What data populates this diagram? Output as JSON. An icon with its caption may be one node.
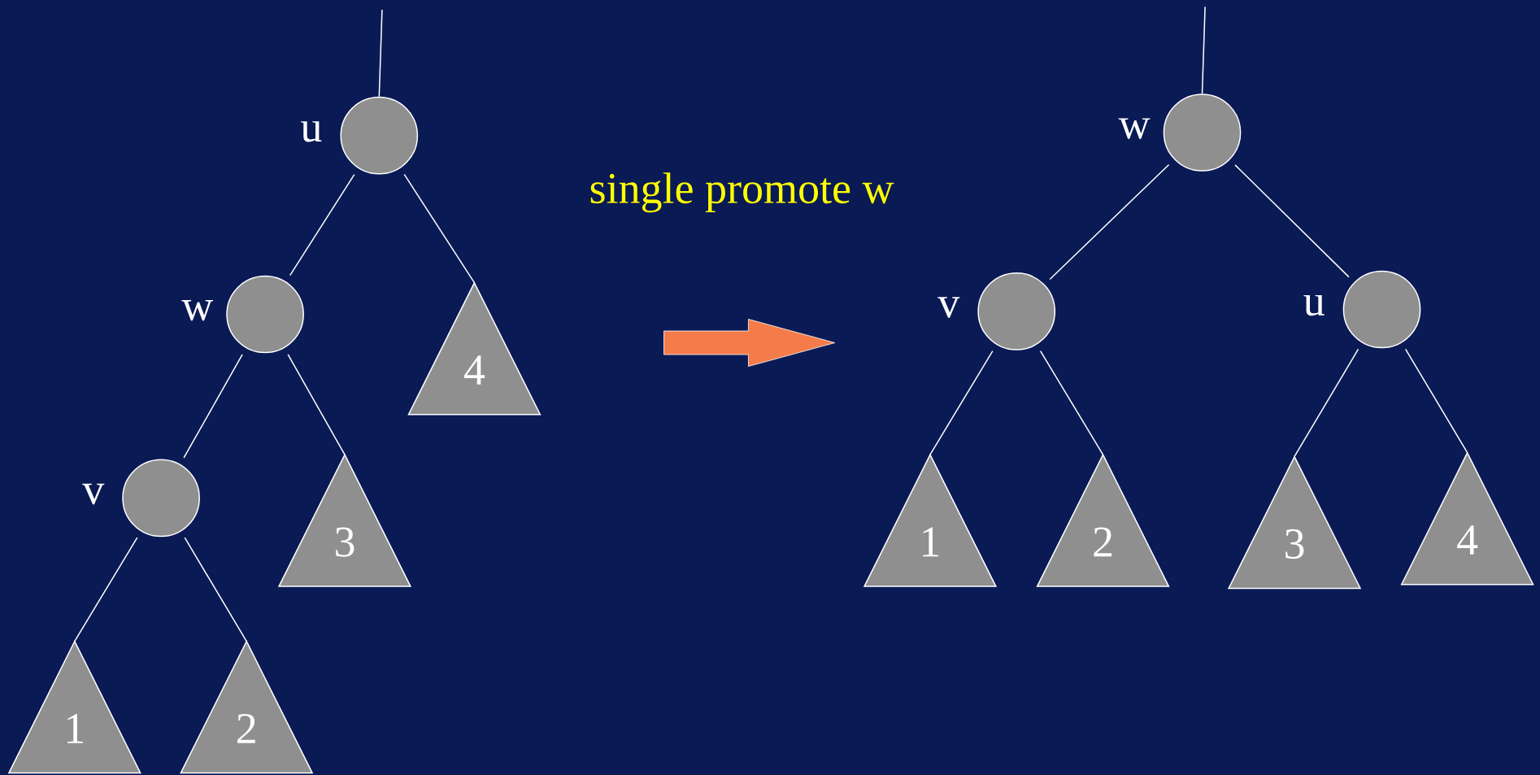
{
  "diagram": {
    "nodes": [
      {
        "text": [],
        "shape": "circle",
        "beside": [
          "u"
        ]
      },
      {
        "text": [],
        "shape": "circle",
        "beside": [
          "w"
        ]
      },
      {
        "text": [
          "4"
        ]
      },
      {
        "text": [],
        "shape": "circle",
        "beside": [
          "v"
        ]
      },
      {
        "text": [
          "3"
        ]
      },
      {
        "text": [
          "1"
        ]
      },
      {
        "text": [
          "2"
        ]
      },
      {
        "text": [],
        "shape": "circle",
        "beside": [
          "w"
        ]
      },
      {
        "text": [],
        "shape": "circle",
        "beside": [
          "v"
        ]
      },
      {
        "text": [],
        "shape": "circle",
        "beside": [
          "u"
        ]
      },
      {
        "text": [
          "1"
        ]
      },
      {
        "text": [
          "2"
        ]
      },
      {
        "text": [
          "3"
        ]
      },
      {
        "text": [
          "4"
        ]
      }
    ],
    "edges": [
      {
        "from": null,
        "to": 0,
        "arrow": "none"
      },
      {
        "from": 0,
        "to": 1,
        "arrow": "none"
      },
      {
        "from": 0,
        "to": 2,
        "arrow": "none"
      },
      {
        "from": 1,
        "to": 3,
        "arrow": "none"
      },
      {
        "from": 1,
        "to": 4,
        "arrow": "none"
      },
      {
        "from": 3,
        "to": 5,
        "arrow": "none"
      },
      {
        "from": 3,
        "to": 6,
        "arrow": "none"
      },
      {
        "from": null,
        "to": 7,
        "arrow": "none"
      },
      {
        "from": 7,
        "to": 8,
        "arrow": "none"
      },
      {
        "from": 7,
        "to": 9,
        "arrow": "none"
      },
      {
        "from": 8,
        "to": 10,
        "arrow": "none"
      },
      {
        "from": 8,
        "to": 11,
        "arrow": "none"
      },
      {
        "from": 9,
        "to": 12,
        "arrow": "none"
      },
      {
        "from": 9,
        "to": 13,
        "arrow": "none"
      }
    ],
    "labels": [
      "single promote w"
    ]
  }
}
